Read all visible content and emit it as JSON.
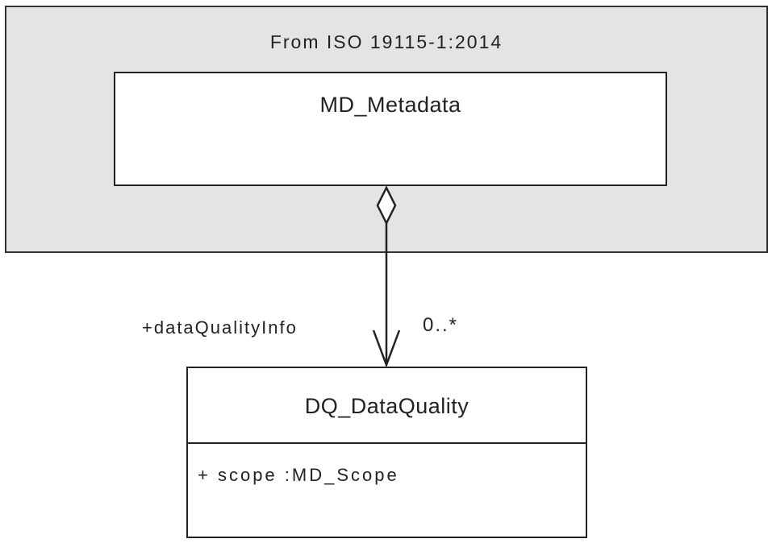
{
  "package": {
    "title": "From ISO 19115-1:2014"
  },
  "classes": {
    "md_metadata": {
      "name": "MD_Metadata"
    },
    "dq_dataquality": {
      "name": "DQ_DataQuality",
      "attributes": [
        "+ scope :MD_Scope"
      ]
    }
  },
  "association": {
    "type": "aggregation",
    "role": "+dataQualityInfo",
    "multiplicity": "0..*"
  }
}
